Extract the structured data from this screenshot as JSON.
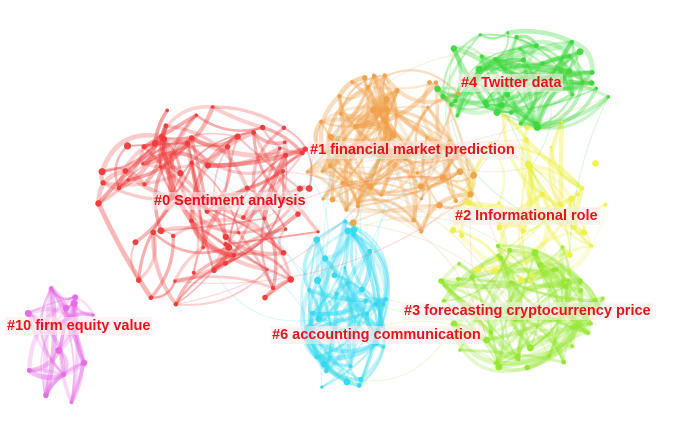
{
  "clusters": [
    {
      "id": "c0",
      "label": "#0 Sentiment analysis",
      "color": "#ee3b3b"
    },
    {
      "id": "c1",
      "label": "#1 financial market prediction",
      "color": "#f0a04a"
    },
    {
      "id": "c2",
      "label": "#2 Informational role",
      "color": "#eef045"
    },
    {
      "id": "c3",
      "label": "#3 forecasting cryptocurrency price",
      "color": "#96e632"
    },
    {
      "id": "c4",
      "label": "#4 Twitter data",
      "color": "#3ed83e"
    },
    {
      "id": "c6",
      "label": "#6 accounting communication",
      "color": "#35d8ee"
    },
    {
      "id": "c10",
      "label": "#10 firm equity value",
      "color": "#e46ae4"
    }
  ],
  "label_color": "#e8141c"
}
